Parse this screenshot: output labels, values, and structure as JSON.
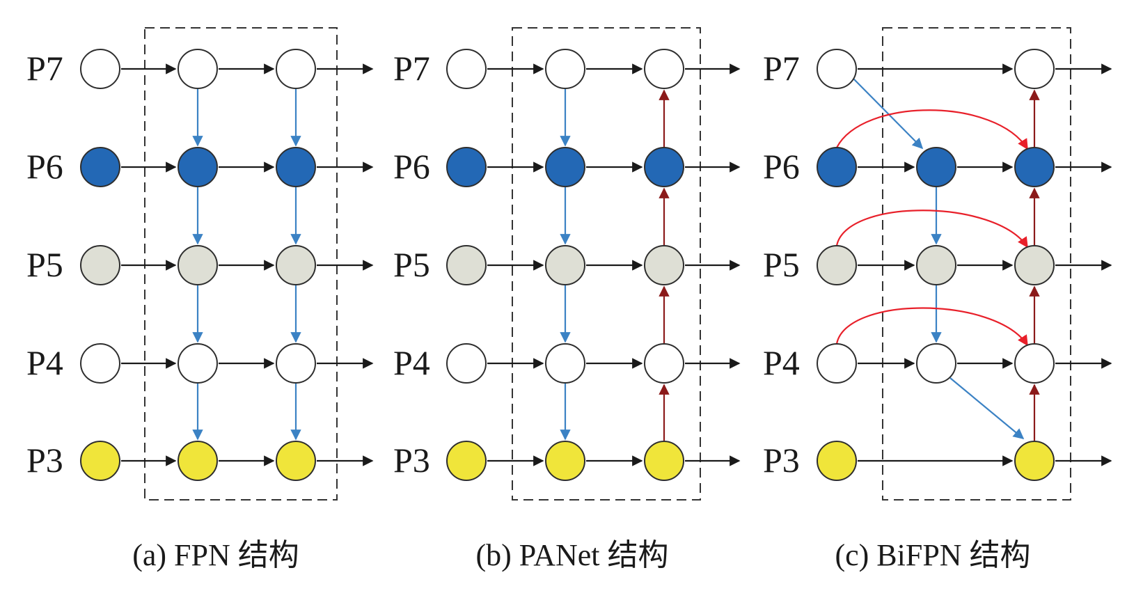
{
  "colors": {
    "P7": "#ffffff",
    "P6": "#2368b5",
    "P5": "#dedfd5",
    "P4": "#ffffff",
    "P3": "#f0e53a",
    "outline": "#2e2e2e",
    "arrow_black": "#1a1a1a",
    "arrow_blue": "#3b82c4",
    "arrow_darkred": "#8b1a1a",
    "arrow_red": "#e8202a",
    "box_dash": "#333333"
  },
  "levels": [
    "P7",
    "P6",
    "P5",
    "P4",
    "P3"
  ],
  "panels": [
    {
      "id": "fpn",
      "caption": "(a) FPN 结构",
      "labels": [
        "P7",
        "P6",
        "P5",
        "P4",
        "P3"
      ],
      "structure": "top-down"
    },
    {
      "id": "panet",
      "caption": "(b) PANet 结构",
      "labels": [
        "P7",
        "P6",
        "P5",
        "P4",
        "P3"
      ],
      "structure": "top-down + bottom-up"
    },
    {
      "id": "bifpn",
      "caption": "(c) BiFPN 结构",
      "labels": [
        "P7",
        "P6",
        "P5",
        "P4",
        "P3"
      ],
      "structure": "bidirectional + skip connections"
    }
  ]
}
